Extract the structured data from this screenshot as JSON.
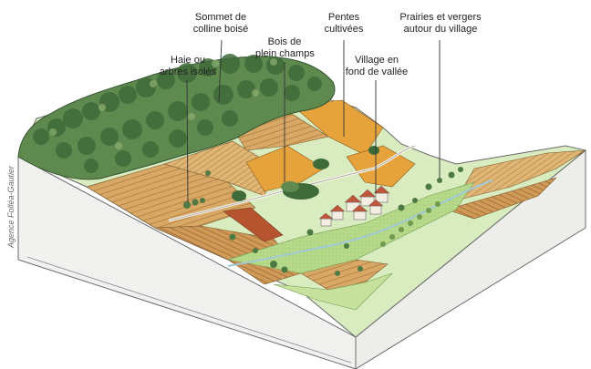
{
  "labels": {
    "summit": {
      "line1": "Sommet de",
      "line2": "colline boisé"
    },
    "woods": {
      "line1": "Bois de",
      "line2": "plein champs"
    },
    "slopes": {
      "line1": "Pentes",
      "line2": "cultivées"
    },
    "meadows": {
      "line1": "Prairies et vergers",
      "line2": "autour du village"
    },
    "hedge": {
      "line1": "Haie ou",
      "line2": "arbres isolés"
    },
    "village": {
      "line1": "Village en",
      "line2": "fond de vallée"
    }
  },
  "credit": "Agence Folléa-Gautier",
  "colors": {
    "forest_dark": "#3f6b3a",
    "forest_mid": "#5f8a4f",
    "forest_light": "#8db070",
    "field_tan": "#d8a866",
    "field_orange": "#e6a33c",
    "field_brown": "#b8763c",
    "meadow_green": "#b7d98a",
    "valley_light": "#d9ecc0",
    "ground_cut": "#f1f1ef",
    "outline": "#555555",
    "roof_red": "#c0553a"
  }
}
